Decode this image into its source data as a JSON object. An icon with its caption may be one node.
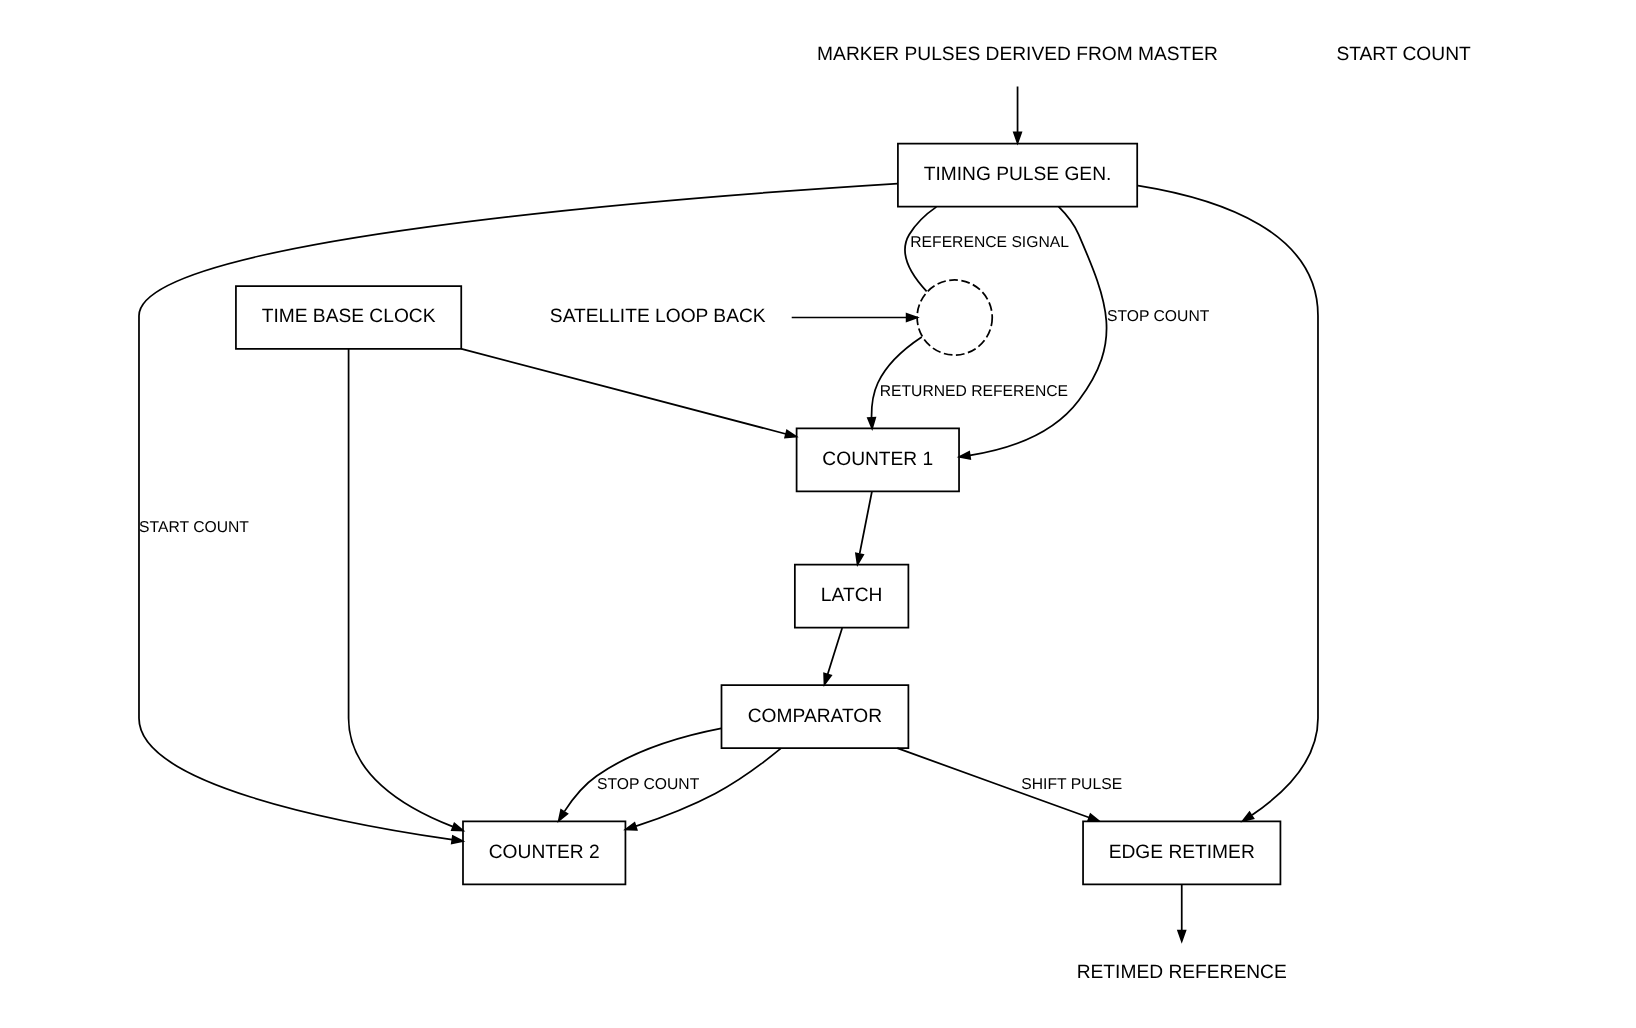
{
  "diagram": {
    "nodes": [
      {
        "text": [
          "TIMING PULSE GEN."
        ]
      },
      {
        "text": [
          "MARKER PULSES DERIVED FROM MASTER"
        ]
      },
      {
        "text": [
          "SATELLITE LOOP BACK"
        ]
      },
      {
        "text": [],
        "shape": "circle"
      },
      {
        "text": [
          "COUNTER 1"
        ]
      },
      {
        "text": [
          "LATCH"
        ]
      },
      {
        "text": [
          "COMPARATOR"
        ]
      },
      {
        "text": [
          "COUNTER 2"
        ]
      },
      {
        "text": [
          "TIME BASE CLOCK"
        ]
      },
      {
        "text": [
          "EDGE RETIMER"
        ]
      },
      {
        "text": [
          "RETIMED REFERENCE"
        ]
      }
    ],
    "edges": [
      {
        "from": 1,
        "to": 0,
        "arrow": "to"
      },
      {
        "from": 0,
        "to": 3,
        "arrow": "none",
        "label": "REFERENCE SIGNAL"
      },
      {
        "from": 0,
        "to": 4,
        "arrow": "to",
        "label": "STOP COUNT"
      },
      {
        "from": 0,
        "to": 7,
        "arrow": "to",
        "label": "START COUNT"
      },
      {
        "from": 0,
        "to": 9,
        "arrow": "to"
      },
      {
        "from": 2,
        "to": 3,
        "arrow": "to"
      },
      {
        "from": 3,
        "to": 4,
        "arrow": "to",
        "label": "RETURNED REFERENCE"
      },
      {
        "from": 8,
        "to": 4,
        "arrow": "to"
      },
      {
        "from": 8,
        "to": 7,
        "arrow": "to"
      },
      {
        "from": 4,
        "to": 5,
        "arrow": "to"
      },
      {
        "from": 5,
        "to": 6,
        "arrow": "to"
      },
      {
        "from": 6,
        "to": 7,
        "arrow": "to"
      },
      {
        "from": 6,
        "to": 9,
        "arrow": "to",
        "label": "SHIFT PULSE"
      },
      {
        "from": 6,
        "to": 7,
        "arrow": "to",
        "label": "STOP COUNT"
      },
      {
        "from": 9,
        "to": 10,
        "arrow": "to"
      }
    ],
    "labels": [
      "START COUNT"
    ]
  }
}
